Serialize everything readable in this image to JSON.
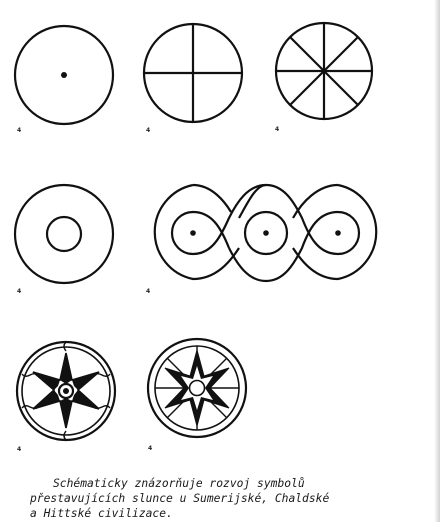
{
  "figure_numbers": [
    "4",
    "4",
    "4",
    "4",
    "4",
    "4",
    "4"
  ],
  "caption": {
    "line1": "Schématicky znázorňuje rozvoj symbolů",
    "line2": "přestavujících slunce u Sumerijské, Chaldské",
    "line3": "a Hittské civilizace."
  },
  "colors": {
    "ink": "#111111",
    "paper": "#ffffff"
  }
}
